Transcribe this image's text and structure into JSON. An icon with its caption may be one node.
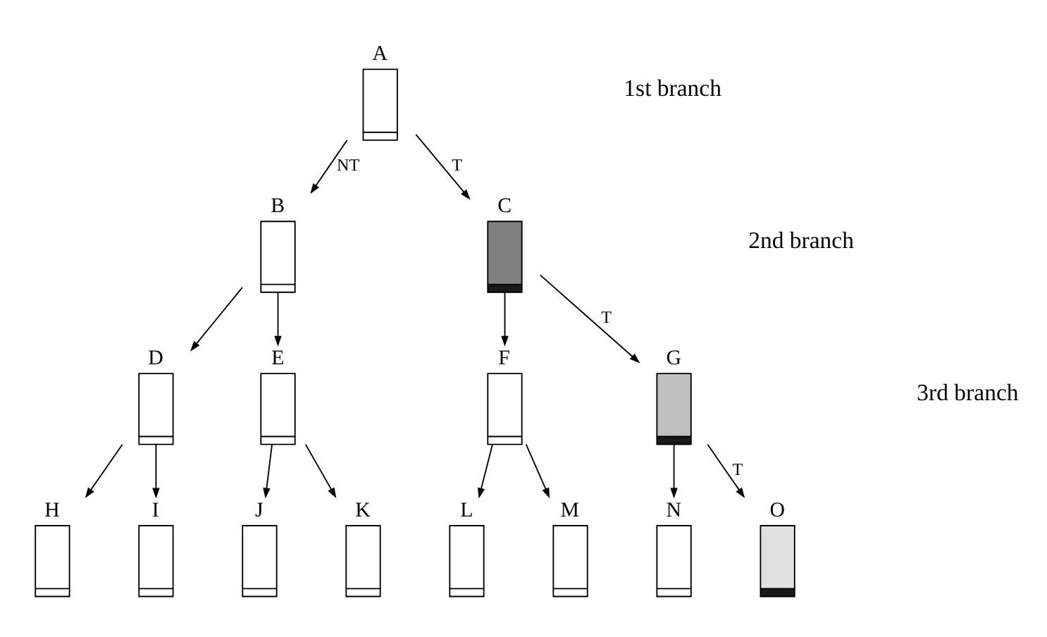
{
  "diagram": {
    "nodes": [
      {
        "text": [
          "A"
        ]
      },
      {
        "text": [
          "B"
        ]
      },
      {
        "text": [
          "C"
        ]
      },
      {
        "text": [
          "D"
        ]
      },
      {
        "text": [
          "E"
        ]
      },
      {
        "text": [
          "F"
        ]
      },
      {
        "text": [
          "G"
        ]
      },
      {
        "text": [
          "H"
        ]
      },
      {
        "text": [
          "I"
        ]
      },
      {
        "text": [
          "J"
        ]
      },
      {
        "text": [
          "K"
        ]
      },
      {
        "text": [
          "L"
        ]
      },
      {
        "text": [
          "M"
        ]
      },
      {
        "text": [
          "N"
        ]
      },
      {
        "text": [
          "O"
        ]
      }
    ],
    "edges": [
      {
        "from": 0,
        "to": 1,
        "arrow": "to",
        "label": "NT"
      },
      {
        "from": 0,
        "to": 2,
        "arrow": "to",
        "label": "T"
      },
      {
        "from": 1,
        "to": 3,
        "arrow": "to"
      },
      {
        "from": 1,
        "to": 4,
        "arrow": "to"
      },
      {
        "from": 2,
        "to": 5,
        "arrow": "to"
      },
      {
        "from": 2,
        "to": 6,
        "arrow": "to",
        "label": "T"
      },
      {
        "from": 3,
        "to": 7,
        "arrow": "to"
      },
      {
        "from": 3,
        "to": 8,
        "arrow": "to"
      },
      {
        "from": 4,
        "to": 9,
        "arrow": "to"
      },
      {
        "from": 4,
        "to": 10,
        "arrow": "to"
      },
      {
        "from": 5,
        "to": 11,
        "arrow": "to"
      },
      {
        "from": 5,
        "to": 12,
        "arrow": "to"
      },
      {
        "from": 6,
        "to": 13,
        "arrow": "to"
      },
      {
        "from": 6,
        "to": 14,
        "arrow": "to",
        "label": "T"
      }
    ],
    "labels": [
      "1st branch",
      "2nd branch",
      "3rd branch"
    ]
  }
}
